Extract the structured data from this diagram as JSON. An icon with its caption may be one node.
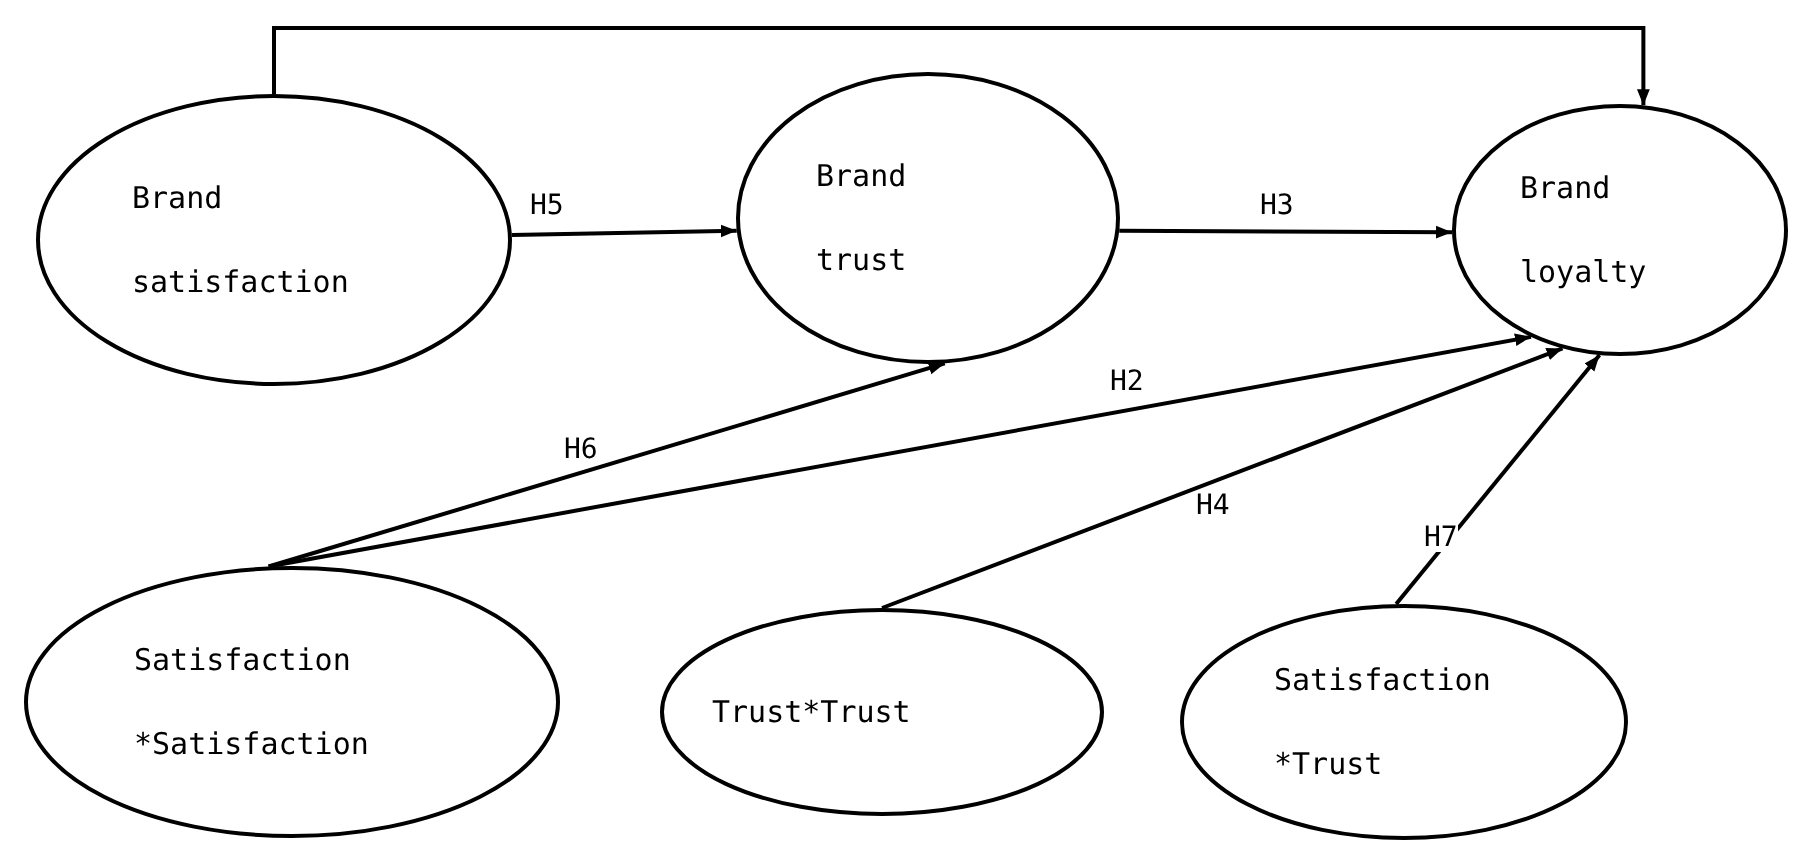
{
  "diagram": {
    "nodes": [
      {
        "text": [
          "Brand satisfaction"
        ]
      },
      {
        "text": [
          "Brand trust"
        ]
      },
      {
        "text": [
          "Brand loyalty"
        ]
      },
      {
        "text": [
          "Satisfaction *Satisfaction"
        ]
      },
      {
        "text": [
          "Trust*Trust"
        ]
      },
      {
        "text": [
          "Satisfaction *Trust"
        ]
      }
    ],
    "edges": [
      {
        "from": 0,
        "to": 2,
        "arrow": "to"
      },
      {
        "from": 0,
        "to": 1,
        "label": "H5",
        "arrow": "to"
      },
      {
        "from": 1,
        "to": 2,
        "label": "H3",
        "arrow": "to"
      },
      {
        "from": 3,
        "to": 1,
        "label": "H6",
        "arrow": "to"
      },
      {
        "from": 3,
        "to": 2,
        "label": "H2",
        "arrow": "to"
      },
      {
        "from": 4,
        "to": 2,
        "label": "H4",
        "arrow": "to"
      },
      {
        "from": 5,
        "to": 2,
        "label": "H7",
        "arrow": "to"
      }
    ]
  }
}
